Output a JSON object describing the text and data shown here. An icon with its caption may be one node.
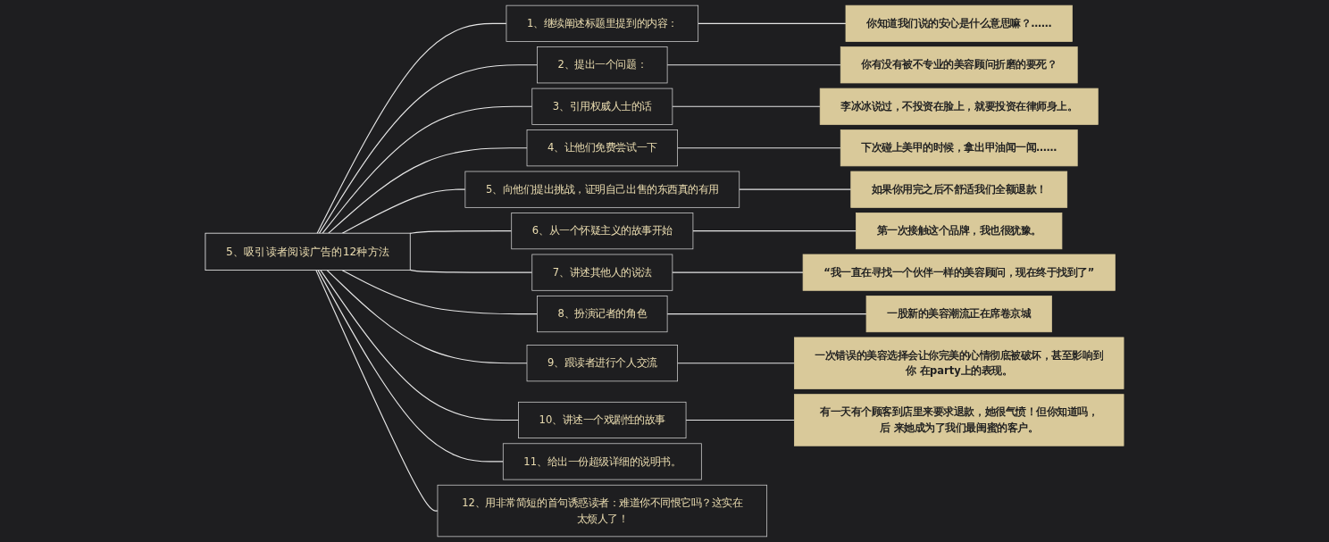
{
  "diagram": {
    "nodes": [
      {
        "text": [
          "5、吸引读者阅读广告的12种方法"
        ]
      },
      {
        "text": [
          "1、继续阐述标题里提到的内容："
        ]
      },
      {
        "text": [
          "你知道我们说的安心是什么意思嘛？……"
        ]
      },
      {
        "text": [
          "2、提出一个问题："
        ]
      },
      {
        "text": [
          "你有没有被不专业的美容顾问折磨的要死？"
        ]
      },
      {
        "text": [
          "3、引用权威人士的话"
        ]
      },
      {
        "text": [
          "李冰冰说过，不投资在脸上，就要投资在律师身上。"
        ]
      },
      {
        "text": [
          "4、让他们免费尝试一下"
        ]
      },
      {
        "text": [
          "下次碰上美甲的时候，拿出甲油闻一闻……"
        ]
      },
      {
        "text": [
          "5、向他们提出挑战，证明自己出售的东西真的有用"
        ]
      },
      {
        "text": [
          "如果你用完之后不舒适我们全额退款！"
        ]
      },
      {
        "text": [
          "6、从一个怀疑主义的故事开始"
        ]
      },
      {
        "text": [
          "第一次接触这个品牌，我也很犹豫。"
        ]
      },
      {
        "text": [
          "7、讲述其他人的说法"
        ]
      },
      {
        "text": [
          "“我一直在寻找一个伙伴一样的美容顾问，现在终于找到了”"
        ]
      },
      {
        "text": [
          "8、扮演记者的角色"
        ]
      },
      {
        "text": [
          "一股新的美容潮流正在席卷京城"
        ]
      },
      {
        "text": [
          "9、跟读者进行个人交流"
        ]
      },
      {
        "text": [
          "一次错误的美容选择会让你完美的心情彻底被破坏，甚至影响到你 在party上的表现。"
        ]
      },
      {
        "text": [
          "10、讲述一个戏剧性的故事"
        ]
      },
      {
        "text": [
          "有一天有个顾客到店里来要求退款，她很气愤！但你知道吗，后 来她成为了我们最闺蜜的客户。"
        ]
      },
      {
        "text": [
          "11、给出一份超级详细的说明书。"
        ]
      },
      {
        "text": [
          "12、用非常简短的首句诱惑读者：难道你不同恨它吗？这实在太烦人了！"
        ]
      }
    ],
    "edges": [
      {
        "from": 0,
        "to": 1,
        "arrow": "none"
      },
      {
        "from": 1,
        "to": 2,
        "arrow": "none"
      },
      {
        "from": 0,
        "to": 3,
        "arrow": "none"
      },
      {
        "from": 3,
        "to": 4,
        "arrow": "none"
      },
      {
        "from": 0,
        "to": 5,
        "arrow": "none"
      },
      {
        "from": 5,
        "to": 6,
        "arrow": "none"
      },
      {
        "from": 0,
        "to": 7,
        "arrow": "none"
      },
      {
        "from": 7,
        "to": 8,
        "arrow": "none"
      },
      {
        "from": 0,
        "to": 9,
        "arrow": "none"
      },
      {
        "from": 9,
        "to": 10,
        "arrow": "none"
      },
      {
        "from": 0,
        "to": 11,
        "arrow": "none"
      },
      {
        "from": 11,
        "to": 12,
        "arrow": "none"
      },
      {
        "from": 0,
        "to": 13,
        "arrow": "none"
      },
      {
        "from": 13,
        "to": 14,
        "arrow": "none"
      },
      {
        "from": 0,
        "to": 15,
        "arrow": "none"
      },
      {
        "from": 15,
        "to": 16,
        "arrow": "none"
      },
      {
        "from": 0,
        "to": 17,
        "arrow": "none"
      },
      {
        "from": 17,
        "to": 18,
        "arrow": "none"
      },
      {
        "from": 0,
        "to": 19,
        "arrow": "none"
      },
      {
        "from": 19,
        "to": 20,
        "arrow": "none"
      },
      {
        "from": 0,
        "to": 21,
        "arrow": "none"
      },
      {
        "from": 0,
        "to": 22,
        "arrow": "none"
      }
    ]
  }
}
